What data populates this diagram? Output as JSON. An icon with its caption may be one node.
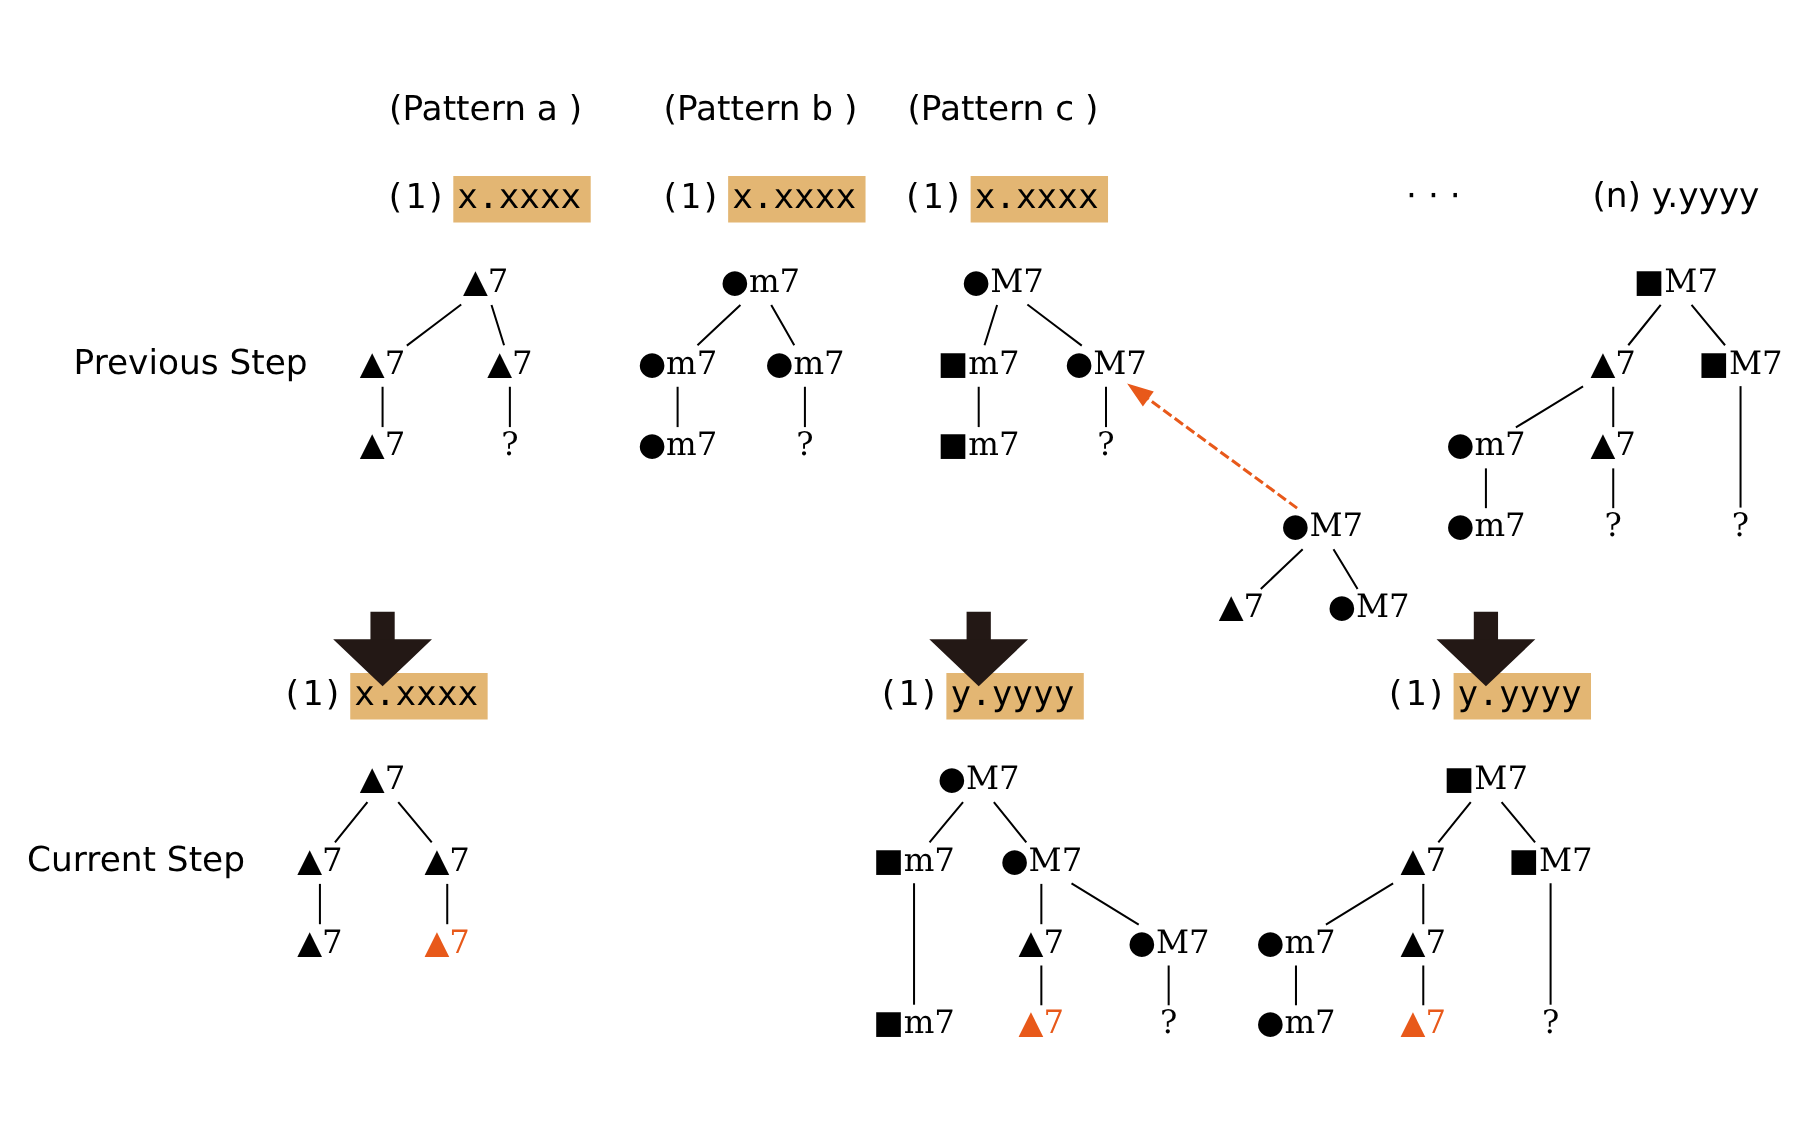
{
  "diagram": {
    "nodes": [
      {
        "text": [
          "x.xxxx"
        ],
        "beside": [
          "(1)"
        ]
      },
      {
        "text": [
          "▲7"
        ]
      },
      {
        "text": [
          "▲7"
        ]
      },
      {
        "text": [
          "▲7"
        ]
      },
      {
        "text": [
          "▲7"
        ]
      },
      {
        "text": [
          "?"
        ]
      },
      {
        "text": [
          "x.xxxx"
        ],
        "beside": [
          "(1)"
        ]
      },
      {
        "text": [
          "▲7"
        ]
      },
      {
        "text": [
          "▲7"
        ]
      },
      {
        "text": [
          "▲7"
        ]
      },
      {
        "text": [
          "▲7"
        ]
      },
      {
        "text": [
          "▲7"
        ]
      },
      {
        "text": [
          "x.xxxx"
        ],
        "beside": [
          "(1)"
        ]
      },
      {
        "text": [
          "●m7"
        ]
      },
      {
        "text": [
          "●m7"
        ]
      },
      {
        "text": [
          "●m7"
        ]
      },
      {
        "text": [
          "●m7"
        ]
      },
      {
        "text": [
          "?"
        ]
      },
      {
        "text": [
          "■M7"
        ]
      },
      {
        "text": [
          "▲7"
        ]
      },
      {
        "text": [
          "■M7"
        ]
      },
      {
        "text": [
          "●m7"
        ]
      },
      {
        "text": [
          "▲7"
        ]
      },
      {
        "text": [
          "●m7"
        ]
      },
      {
        "text": [
          "?"
        ]
      },
      {
        "text": [
          "?"
        ]
      },
      {
        "text": [
          "y.yyyy"
        ],
        "beside": [
          "(1)"
        ]
      },
      {
        "text": [
          "■M7"
        ]
      },
      {
        "text": [
          "▲7"
        ]
      },
      {
        "text": [
          "■M7"
        ]
      },
      {
        "text": [
          "●m7"
        ]
      },
      {
        "text": [
          "▲7"
        ]
      },
      {
        "text": [
          "●m7"
        ]
      },
      {
        "text": [
          "▲7"
        ]
      },
      {
        "text": [
          "?"
        ]
      },
      {
        "text": [
          "x.xxxx"
        ],
        "beside": [
          "(1)"
        ]
      },
      {
        "text": [
          "●M7"
        ]
      },
      {
        "text": [
          "■m7"
        ]
      },
      {
        "text": [
          "●M7"
        ]
      },
      {
        "text": [
          "■m7"
        ]
      },
      {
        "text": [
          "?"
        ]
      },
      {
        "text": [
          "●M7"
        ]
      },
      {
        "text": [
          "▲7"
        ]
      },
      {
        "text": [
          "●M7"
        ]
      },
      {
        "text": [
          "y.yyyy"
        ],
        "beside": [
          "(1)"
        ]
      },
      {
        "text": [
          "●M7"
        ]
      },
      {
        "text": [
          "■m7"
        ]
      },
      {
        "text": [
          "●M7"
        ]
      },
      {
        "text": [
          "▲7"
        ]
      },
      {
        "text": [
          "●M7"
        ]
      },
      {
        "text": [
          "■m7"
        ]
      },
      {
        "text": [
          "▲7"
        ]
      },
      {
        "text": [
          "?"
        ]
      }
    ],
    "edges": [
      {
        "from": 1,
        "to": 2,
        "arrow": "none"
      },
      {
        "from": 1,
        "to": 3,
        "arrow": "none"
      },
      {
        "from": 2,
        "to": 4,
        "arrow": "none"
      },
      {
        "from": 3,
        "to": 5,
        "arrow": "none"
      },
      {
        "from": null,
        "to": 6,
        "arrow": "to",
        "style": "thick",
        "color": "#231815"
      },
      {
        "from": 7,
        "to": 8,
        "arrow": "none"
      },
      {
        "from": 7,
        "to": 9,
        "arrow": "none"
      },
      {
        "from": 8,
        "to": 10,
        "arrow": "none"
      },
      {
        "from": 9,
        "to": 11,
        "arrow": "none"
      },
      {
        "from": 13,
        "to": 14,
        "arrow": "none"
      },
      {
        "from": 13,
        "to": 15,
        "arrow": "none"
      },
      {
        "from": 14,
        "to": 16,
        "arrow": "none"
      },
      {
        "from": 15,
        "to": 17,
        "arrow": "none"
      },
      {
        "from": 18,
        "to": 19,
        "arrow": "none"
      },
      {
        "from": 18,
        "to": 20,
        "arrow": "none"
      },
      {
        "from": 19,
        "to": 21,
        "arrow": "none"
      },
      {
        "from": 19,
        "to": 22,
        "arrow": "none"
      },
      {
        "from": 21,
        "to": 23,
        "arrow": "none"
      },
      {
        "from": 22,
        "to": 24,
        "arrow": "none"
      },
      {
        "from": 20,
        "to": 25,
        "arrow": "none"
      },
      {
        "from": null,
        "to": 26,
        "arrow": "to",
        "style": "thick",
        "color": "#231815"
      },
      {
        "from": 27,
        "to": 28,
        "arrow": "none"
      },
      {
        "from": 27,
        "to": 29,
        "arrow": "none"
      },
      {
        "from": 28,
        "to": 30,
        "arrow": "none"
      },
      {
        "from": 28,
        "to": 31,
        "arrow": "none"
      },
      {
        "from": 30,
        "to": 32,
        "arrow": "none"
      },
      {
        "from": 31,
        "to": 33,
        "arrow": "none"
      },
      {
        "from": 29,
        "to": 34,
        "arrow": "none"
      },
      {
        "from": 36,
        "to": 37,
        "arrow": "none"
      },
      {
        "from": 36,
        "to": 38,
        "arrow": "none"
      },
      {
        "from": 37,
        "to": 39,
        "arrow": "none"
      },
      {
        "from": 38,
        "to": 40,
        "arrow": "none"
      },
      {
        "from": 41,
        "to": 38,
        "arrow": "to",
        "style": "dashed",
        "color": "#e8591a"
      },
      {
        "from": 41,
        "to": 42,
        "arrow": "none"
      },
      {
        "from": 41,
        "to": 43,
        "arrow": "none"
      },
      {
        "from": null,
        "to": 44,
        "arrow": "to",
        "style": "thick",
        "color": "#231815"
      },
      {
        "from": 45,
        "to": 46,
        "arrow": "none"
      },
      {
        "from": 45,
        "to": 47,
        "arrow": "none"
      },
      {
        "from": 47,
        "to": 48,
        "arrow": "none"
      },
      {
        "from": 47,
        "to": 49,
        "arrow": "none"
      },
      {
        "from": 46,
        "to": 50,
        "arrow": "none"
      },
      {
        "from": 48,
        "to": 51,
        "arrow": "none"
      },
      {
        "from": 49,
        "to": 52,
        "arrow": "none"
      }
    ],
    "labels": [
      "(Pattern a )",
      "(Pattern b )",
      "(Pattern c )",
      "· · ·",
      "(n) y.yyyy",
      "Previous Step",
      "Current Step"
    ]
  }
}
